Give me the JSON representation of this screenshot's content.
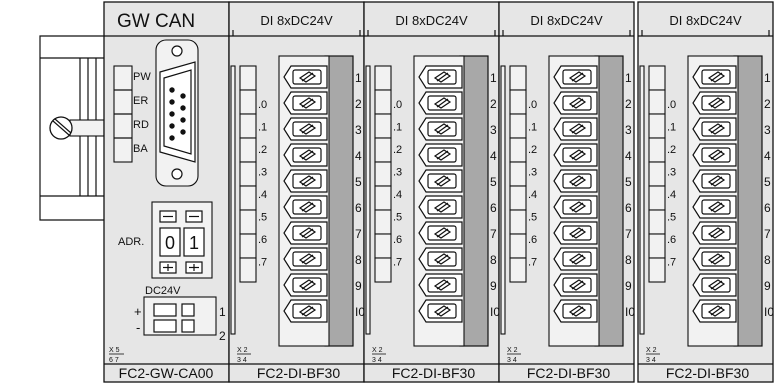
{
  "gateway": {
    "title": "GW CAN",
    "part_number": "FC2-GW-CA00",
    "leds": [
      "PW",
      "ER",
      "RD",
      "BA"
    ],
    "address_label": "ADR.",
    "address_digits": [
      "0",
      "1"
    ],
    "power_label": "DC24V",
    "power_plus": "+",
    "power_minus": "-",
    "power_pins": [
      "1",
      "2"
    ],
    "connector_code": [
      "X 5",
      "6 7"
    ]
  },
  "io_modules": [
    {
      "title": "DI 8xDC24V",
      "part_number": "FC2-DI-BF30"
    },
    {
      "title": "DI 8xDC24V",
      "part_number": "FC2-DI-BF30"
    },
    {
      "title": "DI 8xDC24V",
      "part_number": "FC2-DI-BF30"
    },
    {
      "title": "DI 8xDC24V",
      "part_number": "FC2-DI-BF30"
    }
  ],
  "channel_labels": [
    ".0",
    ".1",
    ".2",
    ".3",
    ".4",
    ".5",
    ".6",
    ".7"
  ],
  "terminal_numbers": [
    "1",
    "2",
    "3",
    "4",
    "5",
    "6",
    "7",
    "8",
    "9",
    "I0"
  ],
  "module_connector_code": [
    "X 2",
    "3 4"
  ]
}
